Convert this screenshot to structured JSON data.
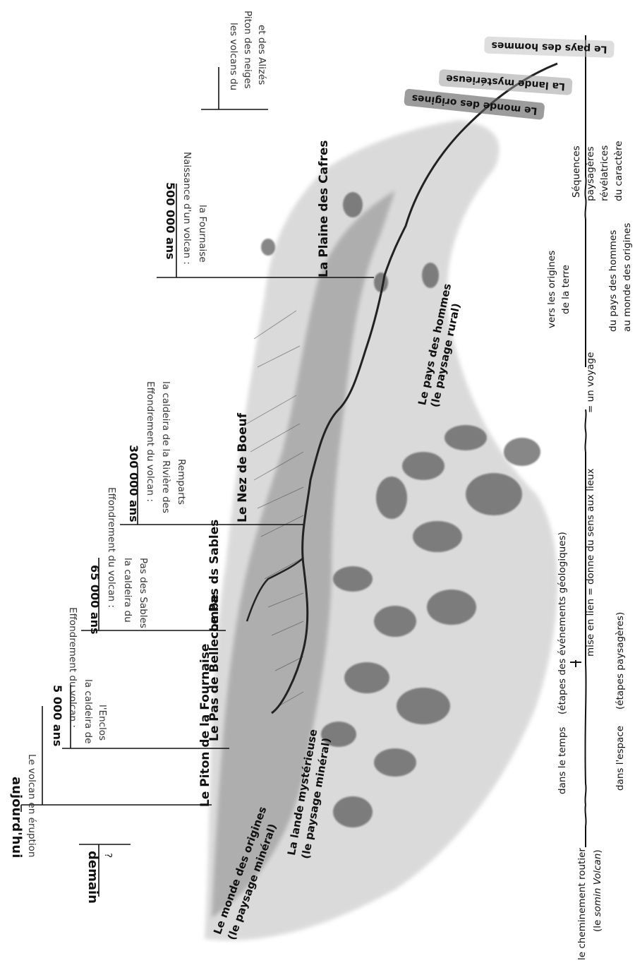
{
  "timeline": [
    {
      "id": "demain",
      "date": "demain",
      "desc": "?"
    },
    {
      "id": "aujourdhui",
      "date": "aujourd'hui",
      "desc": "Le volcan en éruption"
    },
    {
      "id": "5000",
      "date": "5 000 ans",
      "desc1": "Effondrement du volcan :",
      "desc2": "la caldeira de",
      "desc3": "l'Enclos"
    },
    {
      "id": "65000",
      "date": "65 000 ans",
      "desc1": "Effondrement du volcan :",
      "desc2": "la caldeira du",
      "desc3": "Pas des Sables"
    },
    {
      "id": "300000",
      "date": "300 000 ans",
      "desc1": "Effondrement du volcan :",
      "desc2": "la caldeira de la Rivière des",
      "desc3": "Remparts"
    },
    {
      "id": "500000",
      "date": "500 000 ans",
      "desc1": "Naissance d'un volcan :",
      "desc2": "la Fournaise"
    },
    {
      "id": "old",
      "desc1": "les volcans du",
      "desc2": "Piton des neiges",
      "desc3": "et des Alizés"
    }
  ],
  "places": {
    "piton": "Le Piton de la Fournaise",
    "bellecombe": "Le Pas de Bellecombe",
    "sables": "Le Pas ds Sables",
    "nez": "Le Nez de Boeuf",
    "plaine": "La Plaine des Cafres"
  },
  "landscapes": {
    "origines_1": "Le monde des origines",
    "origines_2": "(le paysage minéral)",
    "lande_1": "La lande mystérieuse",
    "lande_2": "(le paysage minéral)",
    "pays_1": "Le pays des hommes",
    "pays_2": "(le paysage rural)"
  },
  "sequences": {
    "s1": "Le monde des origines",
    "s2": "La lande mystérieuse",
    "s3": "Le pays des hommes"
  },
  "bottom": {
    "chem_1": "le cheminement routier",
    "chem_2a": "(le ",
    "chem_2b": "somin Volcan",
    "chem_2c": ")",
    "temps": "dans le temps",
    "etapes_geo": "(étapes des événements géologiques)",
    "espace": "dans l'espace",
    "etapes_pay": "(étapes paysagères)",
    "mise": "mise en lien = donne du sens aux lieux",
    "voyage": "= un voyage",
    "vers_1": "vers les origines",
    "vers_2": "de la terre",
    "du_1": "du pays des hommes",
    "du_2": "au monde des origines",
    "seq_1": "Séquences",
    "seq_2": "paysagères",
    "seq_3": "révélatrices",
    "seq_4": "du caractère"
  },
  "colors": {
    "ink": "#111111",
    "wash": "#8a8a8a",
    "paper": "#ffffff"
  }
}
